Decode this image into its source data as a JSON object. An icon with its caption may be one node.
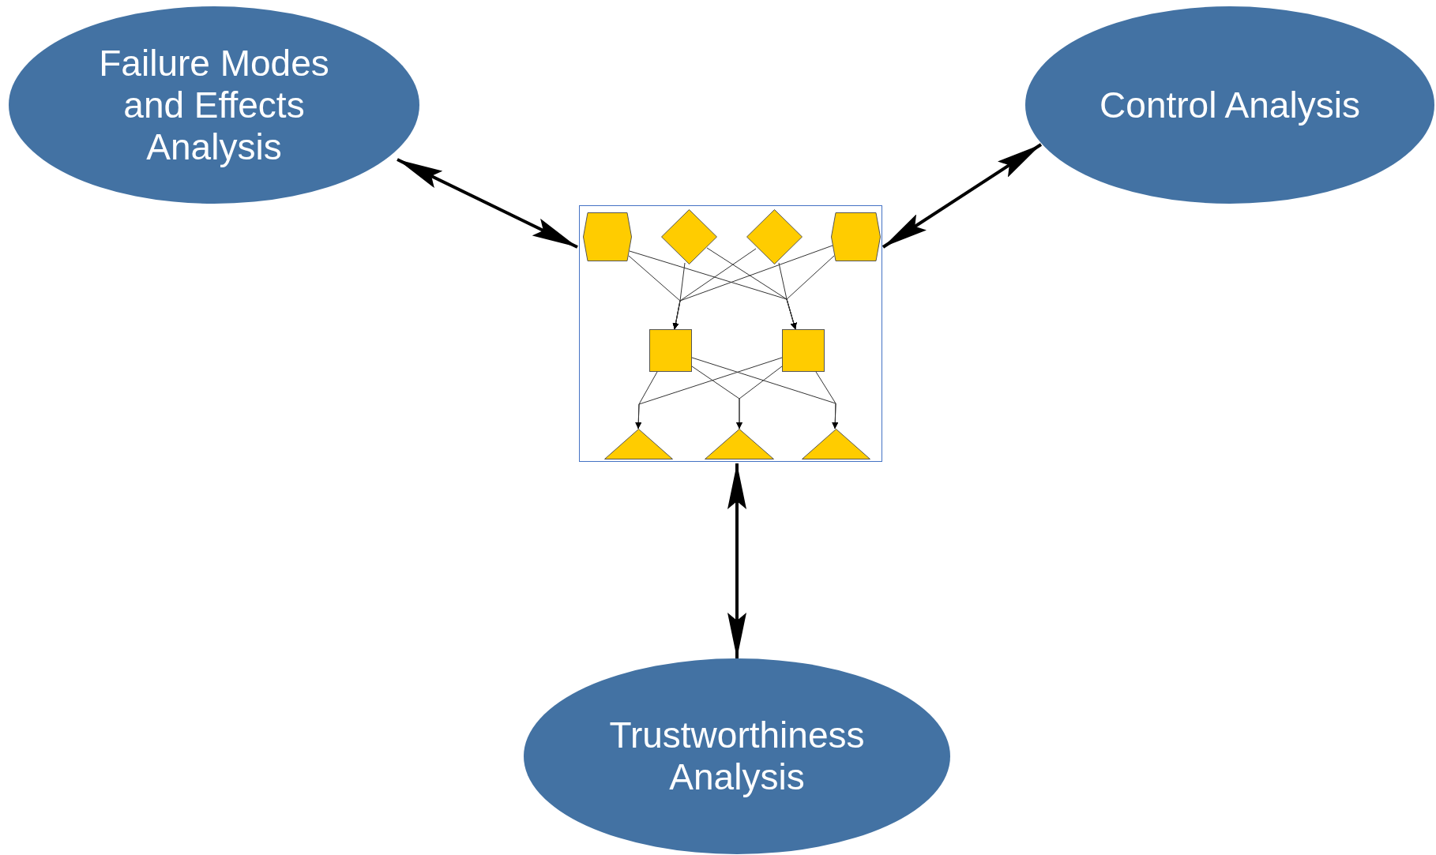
{
  "diagram": {
    "nodes": [
      {
        "text": [
          "Failure Modes and Effects Analysis"
        ]
      },
      {
        "text": [
          "Control Analysis"
        ]
      },
      {
        "text": [],
        "shape": "box"
      },
      {
        "text": [],
        "shape": "hexagon",
        "in": 2
      },
      {
        "text": [],
        "shape": "diamond",
        "in": 2
      },
      {
        "text": [],
        "shape": "diamond",
        "in": 2
      },
      {
        "text": [],
        "shape": "hexagon",
        "in": 2
      },
      {
        "text": [],
        "shape": "box",
        "in": 2
      },
      {
        "text": [],
        "shape": "box",
        "in": 2
      },
      {
        "text": [],
        "shape": "triangle",
        "in": 2
      },
      {
        "text": [],
        "shape": "triangle",
        "in": 2
      },
      {
        "text": [],
        "shape": "triangle",
        "in": 2
      },
      {
        "text": [
          "Trustworthiness Analysis"
        ]
      }
    ],
    "edges": [
      {
        "from": 0,
        "to": 2,
        "arrow": "both",
        "style": "thick"
      },
      {
        "from": 1,
        "to": 2,
        "arrow": "both",
        "style": "thick"
      },
      {
        "from": 12,
        "to": 2,
        "arrow": "both",
        "style": "thick"
      },
      {
        "from": 3,
        "to": 7,
        "arrow": "to"
      },
      {
        "from": 3,
        "to": 8,
        "arrow": "to"
      },
      {
        "from": 4,
        "to": 7,
        "arrow": "to"
      },
      {
        "from": 4,
        "to": 8,
        "arrow": "to"
      },
      {
        "from": 5,
        "to": 7,
        "arrow": "to"
      },
      {
        "from": 5,
        "to": 8,
        "arrow": "to"
      },
      {
        "from": 6,
        "to": 7,
        "arrow": "to"
      },
      {
        "from": 6,
        "to": 8,
        "arrow": "to"
      },
      {
        "from": 7,
        "to": 9,
        "arrow": "to"
      },
      {
        "from": 7,
        "to": 10,
        "arrow": "to"
      },
      {
        "from": 7,
        "to": 11,
        "arrow": "to"
      },
      {
        "from": 8,
        "to": 9,
        "arrow": "to"
      },
      {
        "from": 8,
        "to": 10,
        "arrow": "to"
      },
      {
        "from": 8,
        "to": 11,
        "arrow": "to"
      }
    ]
  }
}
